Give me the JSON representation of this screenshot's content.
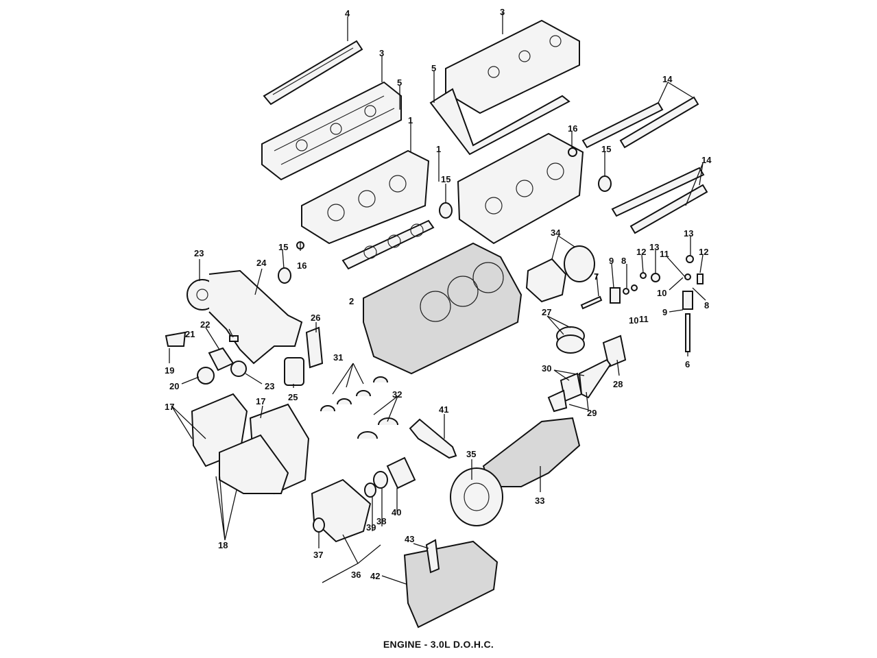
{
  "caption": "ENGINE - 3.0L D.O.H.C.",
  "callouts": [
    "1",
    "1",
    "2",
    "3",
    "3",
    "4",
    "5",
    "5",
    "6",
    "7",
    "8",
    "8",
    "9",
    "9",
    "10",
    "10",
    "11",
    "11",
    "12",
    "12",
    "13",
    "13",
    "14",
    "14",
    "15",
    "15",
    "15",
    "16",
    "16",
    "17",
    "17",
    "18",
    "19",
    "20",
    "21",
    "22",
    "23",
    "23",
    "24",
    "25",
    "26",
    "27",
    "28",
    "29",
    "30",
    "31",
    "32",
    "33",
    "34",
    "35",
    "36",
    "37",
    "38",
    "39",
    "40",
    "41",
    "42",
    "43"
  ]
}
